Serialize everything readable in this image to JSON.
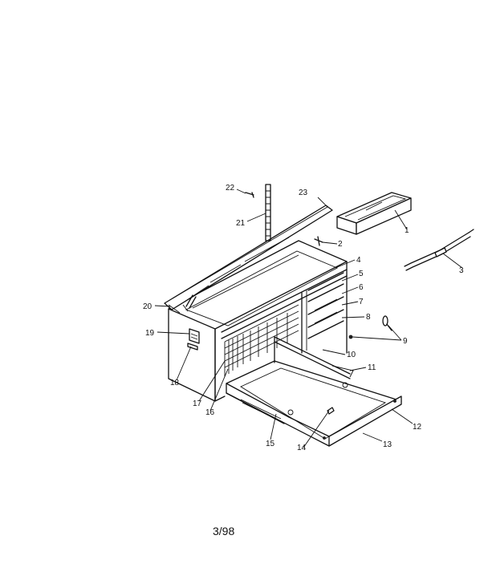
{
  "callouts": [
    {
      "id": "c1",
      "text": "1"
    },
    {
      "id": "c2",
      "text": "2"
    },
    {
      "id": "c3",
      "text": "3"
    },
    {
      "id": "c4",
      "text": "4"
    },
    {
      "id": "c5",
      "text": "5"
    },
    {
      "id": "c6",
      "text": "6"
    },
    {
      "id": "c7",
      "text": "7"
    },
    {
      "id": "c8",
      "text": "8"
    },
    {
      "id": "c9",
      "text": "9"
    },
    {
      "id": "c10",
      "text": "10"
    },
    {
      "id": "c11",
      "text": "11"
    },
    {
      "id": "c12",
      "text": "12"
    },
    {
      "id": "c13",
      "text": "13"
    },
    {
      "id": "c14",
      "text": "14"
    },
    {
      "id": "c15",
      "text": "15"
    },
    {
      "id": "c16",
      "text": "16"
    },
    {
      "id": "c17",
      "text": "17"
    },
    {
      "id": "c18",
      "text": "18"
    },
    {
      "id": "c19",
      "text": "19"
    },
    {
      "id": "c20",
      "text": "20"
    },
    {
      "id": "c21",
      "text": "21"
    },
    {
      "id": "c22",
      "text": "22"
    },
    {
      "id": "c23",
      "text": "23"
    }
  ],
  "page_number": "3/98"
}
